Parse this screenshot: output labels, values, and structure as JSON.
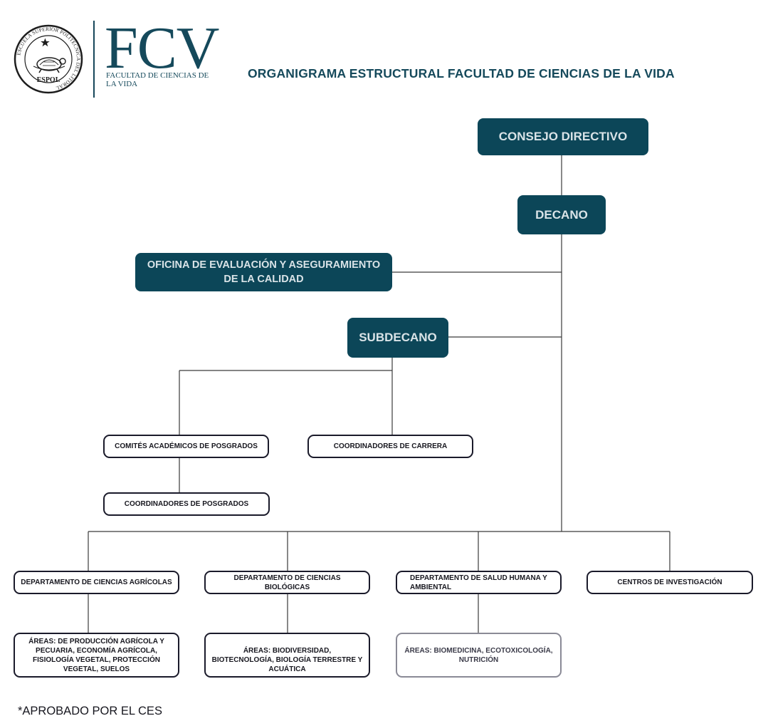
{
  "header": {
    "brand": "FCV",
    "brand_subtitle": "FACULTAD DE CIENCIAS DE LA VIDA",
    "title": "ORGANIGRAMA ESTRUCTURAL FACULTAD DE CIENCIAS DE LA VIDA",
    "seal": {
      "ring_text": "ESCUELA SUPERIOR POLITÉCNICA DEL LITORAL",
      "bottom_text": "ESPOL",
      "icon": "turtle-seal-icon"
    }
  },
  "colors": {
    "primary": "#0c4658",
    "box_text": "#d9e3e7",
    "line": "#333333"
  },
  "org": {
    "consejo": "CONSEJO DIRECTIVO",
    "decano": "DECANO",
    "oficina": "OFICINA DE EVALUACIÓN Y ASEGURAMIENTO DE LA CALIDAD",
    "subdecano": "SUBDECANO",
    "comites": "COMITÉS ACADÉMICOS DE POSGRADOS",
    "coord_carrera": "COORDINADORES DE CARRERA",
    "coord_posgrados": "COORDINADORES DE POSGRADOS",
    "departments": [
      {
        "name": "DEPARTAMENTO DE CIENCIAS AGRÍCOLAS",
        "areas": "ÁREAS: DE PRODUCCIÓN AGRÍCOLA Y PECUARIA, ECONOMÍA AGRÍCOLA, FISIOLOGÍA VEGETAL, PROTECCIÓN VEGETAL, SUELOS"
      },
      {
        "name": "DEPARTAMENTO DE CIENCIAS BIOLÓGICAS",
        "areas": "ÁREAS: BIODIVERSIDAD, BIOTECNOLOGÍA, BIOLOGÍA TERRESTRE Y ACUÁTICA"
      },
      {
        "name": "DEPARTAMENTO DE SALUD HUMANA Y AMBIENTAL",
        "areas": "ÁREAS: BIOMEDICINA, ECOTOXICOLOGÍA, NUTRICIÓN"
      },
      {
        "name": "CENTROS DE INVESTIGACIÓN"
      }
    ]
  },
  "footnote": "*APROBADO POR EL CES"
}
